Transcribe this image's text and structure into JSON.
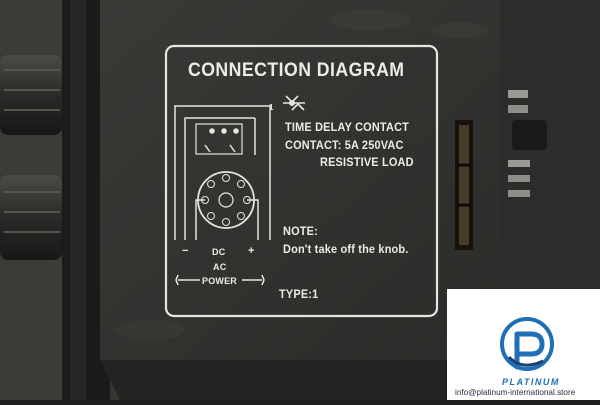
{
  "panel": {
    "title": "CONNECTION DIAGRAM",
    "contact_type": "TIME DELAY CONTACT",
    "contact_rating": "CONTACT:  5A 250VAC",
    "load": "RESISTIVE LOAD",
    "note_label": "NOTE:",
    "note_text": "Don't take off the knob.",
    "type": "TYPE:1",
    "pin_label": "1",
    "power": {
      "dc": "DC",
      "ac": "AC",
      "power": "POWER",
      "plus": "+",
      "minus": "−"
    }
  },
  "watermark": {
    "brand": "PLATINUM",
    "contact": "info@platinum-international.store",
    "brand_color": "#1f6fb8"
  }
}
